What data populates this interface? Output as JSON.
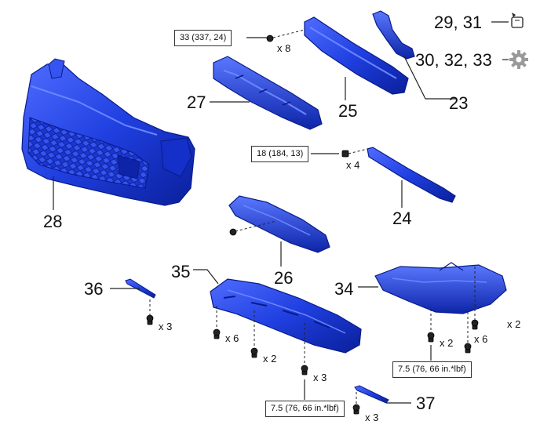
{
  "callouts": {
    "c28": "28",
    "c27": "27",
    "c25": "25",
    "c23": "23",
    "c24": "24",
    "c26": "26",
    "c35": "35",
    "c36": "36",
    "c34": "34",
    "c37": "37",
    "c29_31": "29, 31",
    "c30_32_33": "30, 32, 33"
  },
  "quantities": {
    "q_x8": "x 8",
    "q_x4": "x 4",
    "q_x3_36": "x 3",
    "q_x6_35": "x 6",
    "q_x2_35": "x 2",
    "q_x3_35": "x 3",
    "q_x2_34a": "x 2",
    "q_x6_34": "x 6",
    "q_x2_34b": "x 2",
    "q_x3_37": "x 3"
  },
  "torques": {
    "t_bolt25": "33 (337, 24)",
    "t_nut24": "18 (184, 13)",
    "t_cover34": "7.5 (76, 66 in.*lbf)",
    "t_cover35": "7.5 (76, 66 in.*lbf)"
  },
  "icons": {
    "grease": "grease-applicator-icon",
    "gear": "gear-icon"
  },
  "colors": {
    "part_blue": "#1f3fe0",
    "part_dark": "#0a1f9a",
    "part_light": "#5a78ff",
    "line": "#222222"
  }
}
